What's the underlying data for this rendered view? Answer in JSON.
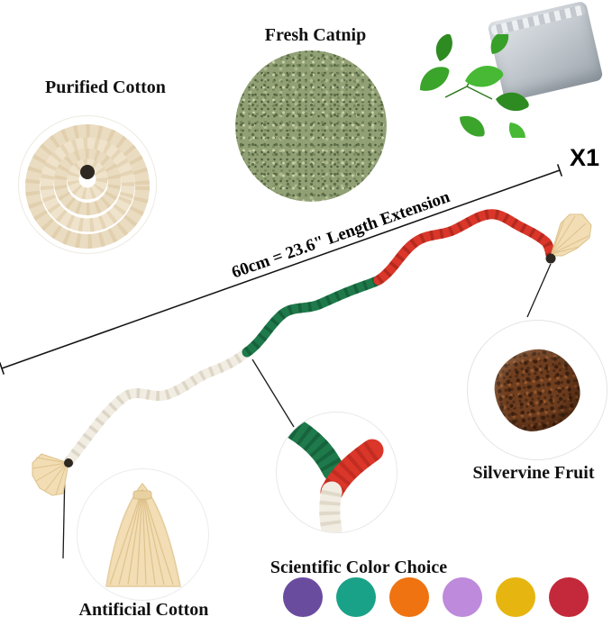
{
  "callouts": {
    "purified_cotton": "Purified Cotton",
    "fresh_catnip": "Fresh Catnip",
    "silvervine_fruit": "Silvervine Fruit",
    "artificial_cotton": "Antificial Cotton",
    "color_choice": "Scientific Color Choice"
  },
  "quantity_label": "X1",
  "dimension_label": "60cm = 23.6\"  Length Extension",
  "rope_colors": {
    "white": "#F1EDE2",
    "green": "#1E7A4A",
    "red": "#DA362A",
    "tassel": "#F2DDB4"
  },
  "swatches": [
    {
      "name": "purple",
      "color": "#6A4C9F"
    },
    {
      "name": "jade-green",
      "color": "#19A287"
    },
    {
      "name": "orange",
      "color": "#EF7310"
    },
    {
      "name": "orchid",
      "color": "#BE8ADB"
    },
    {
      "name": "golden-yellow",
      "color": "#E6B50F"
    },
    {
      "name": "red",
      "color": "#C3293A"
    }
  ]
}
